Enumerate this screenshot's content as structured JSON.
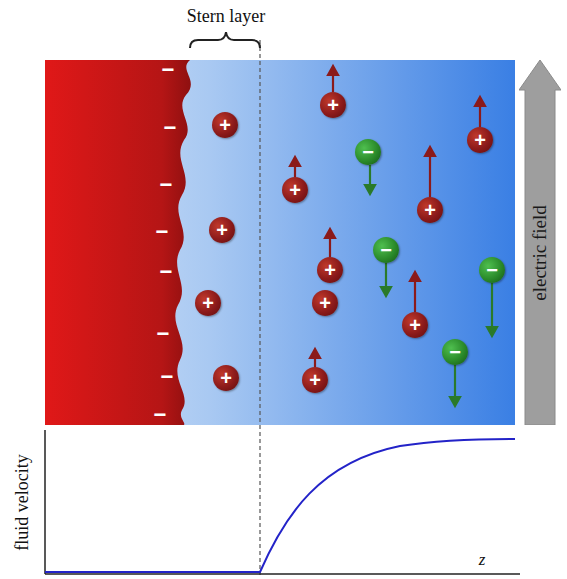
{
  "diagram": {
    "nodes": [
      {
        "text": [
          "+"
        ]
      },
      {
        "text": [
          "+"
        ]
      },
      {
        "text": [
          "+"
        ]
      },
      {
        "text": [
          "+"
        ]
      },
      {
        "text": [
          "+"
        ]
      },
      {
        "text": [
          "−"
        ]
      },
      {
        "text": [
          "+"
        ]
      },
      {
        "text": [
          "+"
        ]
      },
      {
        "text": [
          "+"
        ]
      },
      {
        "text": [
          "−"
        ]
      },
      {
        "text": [
          "+"
        ]
      },
      {
        "text": [
          "−"
        ]
      },
      {
        "text": [
          "+"
        ]
      },
      {
        "text": [
          "+"
        ]
      },
      {
        "text": [
          "−"
        ]
      },
      {
        "text": [
          "+"
        ]
      },
      {
        "text": [
          "electric field"
        ]
      }
    ],
    "labels": [
      "Stern layer",
      "−",
      "−",
      "−",
      "−",
      "−",
      "−",
      "−",
      "−",
      "fluid velocity",
      "z"
    ]
  }
}
